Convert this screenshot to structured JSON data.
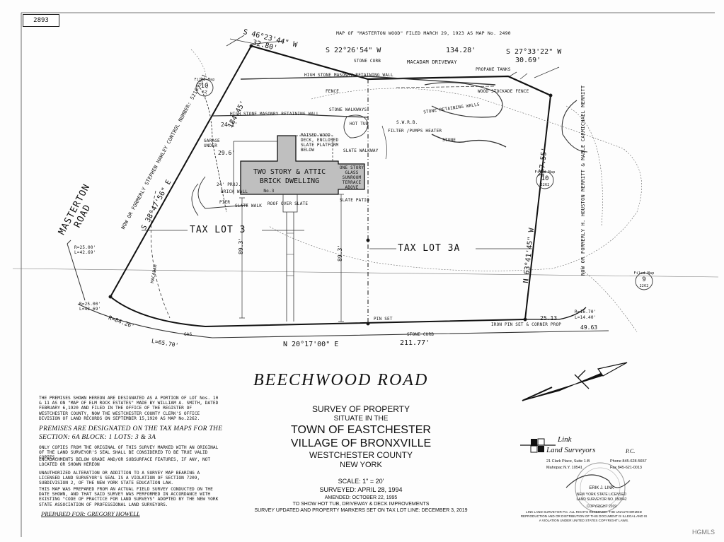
{
  "sheet_number": "2893",
  "map_reference": "MAP OF \"MASTERTON WOOD\" FILED MARCH 29, 1923 AS MAP No. 2490",
  "bearings": {
    "top_left": "S 46°23'44\" W",
    "top_left_dist": "32.80'",
    "top_mid": "S 22°26'54\" W",
    "top_mid_dist": "134.28'",
    "top_right": "S 27°33'22\" W",
    "top_right_dist": "30.69'",
    "west_side": "S 38°47'56\" E",
    "west_dist": "184.45'",
    "east_side": "N 63°41'45\" W",
    "east_dist": "157.55'",
    "south_side": "N 20°17'00\" E",
    "south_dist": "211.77'",
    "se_dist_a": "25.13",
    "se_dist_b": "49.63",
    "se_curve": "R=16.70'",
    "se_curve_l": "L=14.40'",
    "sw_radius": "R=84.26'",
    "sw_length": "L=65.70'",
    "nw_radius_a": "R=25.00'",
    "nw_length_a": "L=42.69'",
    "nw_radius_b": "R=25.00'",
    "nw_length_b": "L=42.69'",
    "offset_left": "89.3'",
    "offset_right": "89.3'",
    "garage_dim": "24.1'",
    "side_dim": "29.6'",
    "porch_dim": "24' PROJ."
  },
  "labels": {
    "building": "TWO STORY & ATTIC",
    "building_2": "BRICK DWELLING",
    "building_no": "No.3",
    "one_story": "ONE STORY",
    "glass": "GLASS",
    "sunroom": "SUNROOM",
    "terrace": "TERRACE",
    "above": "ABOVE",
    "tax_lot_3": "TAX LOT 3",
    "tax_lot_3a": "TAX LOT 3A",
    "control": "NOW OR FORMERLY STEPHEN HAWLEY CONTROL NUMBER: 521633511",
    "neighbor_right": "NOW OR FORMERLY H. HOUSTON MERRITT & MABLE CARMICHAEL MERRITT",
    "masterton": "MASTERTON",
    "road": "ROAD",
    "beechwood": "BEECHWOOD ROAD",
    "retaining_top": "HIGH STONE MASONRY RETAINING WALL",
    "retaining_mid": "HIGH STONE MASONRY RETAINING WALL",
    "macadam_driveway": "MACADAM  DRIVEWAY",
    "stone_curb": "STONE CURB",
    "stone_curb_bottom": "STONE CURB",
    "stone_retaining": "STONE RETAINING WALLS",
    "stone_wall": "STONE",
    "pin_set": "PIN SET",
    "iron_pin": "IRON PIN SET & CORNER PROP",
    "wood_deck": "RAISED WOOD DECK, ENCLOSED SLATE PLATFORM BELOW",
    "garage": "GARAGE UNDER",
    "brick_wall": "BRICK WALL",
    "pier": "PIER",
    "slate_walk": "SLATE WALK",
    "walkway": "SLATE WALKWAY",
    "patio": "SLATE PATIO",
    "filter": "FILTER /PUMPS HEATER",
    "hot_tub": "HOT TUB",
    "roof_over": "ROOF OVER SLATE",
    "wood_stockade": "WOOD STOCKADE FENCE",
    "fence": "FENCE",
    "stone_walkways": "STONE WALKWAYS",
    "propane": "PROPANE TANKS",
    "macadam_left": "MACADAM",
    "filed_map_a": "Filed Map",
    "filed_map_a_num": "10",
    "filed_map_a_sub": "62",
    "filed_map_b": "Filed Map",
    "filed_map_b_num": "10",
    "filed_map_b_sub": "2262",
    "filed_map_c": "Filed Map",
    "filed_map_c_num": "9",
    "filed_map_c_sub": "2262",
    "gas": "GAS",
    "swrb": "S.W.R.B."
  },
  "notes": {
    "premises": "THE PREMISES SHOWN HEREON ARE DESIGNATED AS A PORTION OF LOT Nos. 10 & 11 AS ON \"MAP OF ELM ROCK ESTATES\" MADE BY WILLIAM A. SMITH, DATED FEBRUARY 6,1920 AND FILED IN THE OFFICE OF THE REGISTER OF WESTCHESTER COUNTY, NOW THE WESTCHESTER COUNTY CLERK'S OFFICE DIVISION OF LAND RECORDS ON SEPTEMBER 15,1920 AS MAP No.2262.",
    "tax_designation": "PREMISES ARE DESIGNATED ON THE TAX MAPS FOR THE",
    "tax_section": "SECTION: 6A    BLOCK: 1    LOTS: 3 & 3A",
    "copies": "ONLY COPIES FROM THE ORIGINAL OF THIS SURVEY MARKED WITH AN ORIGINAL OF THE LAND SURVEYOR'S SEAL SHALL BE CONSIDERED TO BE TRUE VALID COPIES.",
    "encroachments": "ENCROACHMENTS BELOW GRADE AND/OR SUBSURFACE FEATURES, IF ANY, NOT LOCATED OR SHOWN HEREON",
    "unauthorized": "UNAUTHORIZED ALTERATION OR ADDITION TO A SURVEY MAP BEARING A LICENSED LAND SURVEYOR'S SEAL IS A VIOLATION OF SECTION 7209, SUBDIVISION 2, OF THE NEW YORK STATE EDUCATION LAW.",
    "field_survey": "THIS MAP WAS PREPARED FROM AN ACTUAL FIELD SURVEY CONDUCTED ON THE DATE SHOWN, AND THAT SAID SURVEY WAS PERFORMED IN ACCORDANCE WITH EXISTING \"CODE OF PRACTICE FOR LAND SURVEYS\" ADOPTED BY THE NEW YORK STATE ASSOCIATION OF PROFESSIONAL LAND SURVEYORS.",
    "prepared_for": "PREPARED FOR: GREGORY HOWELL"
  },
  "title_block": {
    "survey_of": "SURVEY OF PROPERTY",
    "situate": "SITUATE IN THE",
    "town": "TOWN OF EASTCHESTER",
    "village": "VILLAGE OF BRONXVILLE",
    "county": "WESTCHESTER COUNTY",
    "state": "NEW YORK",
    "scale": "SCALE: 1\" = 20'",
    "surveyed": "SURVEYED: APRIL 28, 1994",
    "amended": "AMENDED: OCTOBER 22, 1995",
    "amended_2": "TO SHOW HOT TUB, DRIVEWAY & DECK IMPROVEMENTS",
    "updated": "SURVEY UPDATED AND PROPERTY MARKERS SET ON TAX LOT LINE: DECEMBER 3, 2019"
  },
  "firm": {
    "name_1": "Link",
    "name_2": "Land Surveyors",
    "name_pc": "P.C.",
    "address": "21 Clark Place, Suite 1-B",
    "phone": "Phone 845-628-5657",
    "city": "Mahopac N.Y. 10541",
    "fax": "Fax 845-621-0013",
    "signer": "ERIK J. LINK",
    "license_1": "NEW YORK STATE LICENSED",
    "license_2": "LAND SURVEYOR NO. 050542",
    "copyright": "COPYRIGHT 2019",
    "rights": "LINK LAND SURVEYOR P.C.  ALL RIGHTS RESERVED. THE UNAUTHORIZED REPRODUCTION AND OR DISTRIBUTION OF THIS DOCUMENT IS ILLEGAL AND IS A VIOLATION UNDER UNITED STATES COPYRIGHT LAWS."
  },
  "watermark": "HGMLS"
}
